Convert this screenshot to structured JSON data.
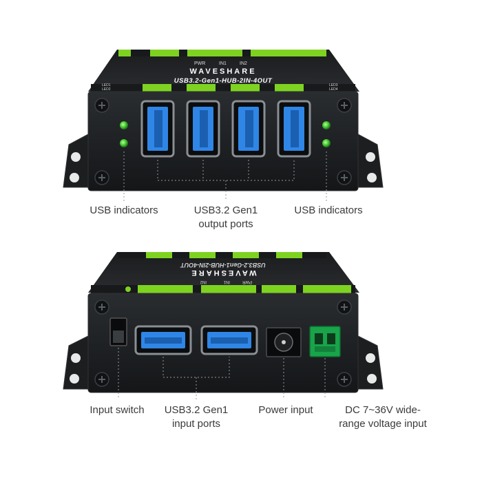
{
  "brand": "WAVESHARE",
  "model": "USB3.2-Gen1-HUB-2IN-4OUT",
  "colors": {
    "accent": "#7ed321",
    "body": "#17191b",
    "usb_port": "#2f86e6",
    "terminal": "#19a34a",
    "led": "#4fd13a"
  },
  "front": {
    "silk": {
      "pwr": "PWR",
      "in1": "IN1",
      "in2": "IN2",
      "leds_left": [
        "LED1",
        "LED2"
      ],
      "leds_right": [
        "LED3",
        "LED4"
      ]
    },
    "labels": {
      "left_indicators": "USB indicators",
      "right_indicators": "USB indicators",
      "outputs_line1": "USB3.2 Gen1",
      "outputs_line2": "output ports"
    }
  },
  "back": {
    "silk": {
      "pwr": "PWR",
      "in1": "IN1",
      "in2": "IN2"
    },
    "labels": {
      "switch": "Input switch",
      "inputs_line1": "USB3.2 Gen1",
      "inputs_line2": "input ports",
      "power": "Power input",
      "dc_line1": "DC 7~36V wide-",
      "dc_line2": "range voltage input"
    }
  }
}
